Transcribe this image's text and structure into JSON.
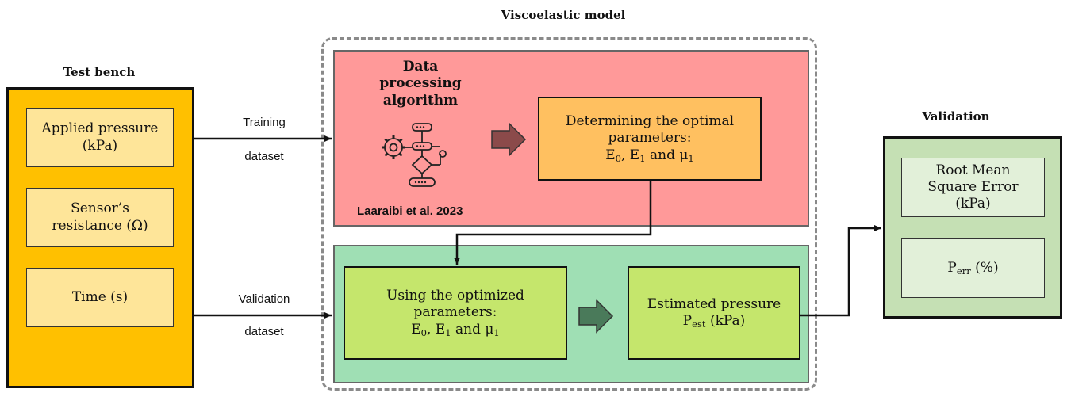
{
  "titles": {
    "test_bench": "Test bench",
    "viscoelastic_model": "Viscoelastic model",
    "validation": "Validation"
  },
  "test_bench": {
    "inputs": [
      {
        "line1": "Applied pressure",
        "line2": "(kPa)"
      },
      {
        "line1": "Sensor’s",
        "line2": "resistance (Ω)"
      },
      {
        "line1": "Time (s)",
        "line2": ""
      }
    ]
  },
  "edges": {
    "training_top": "Training",
    "training_bottom": "dataset",
    "validation_top": "Validation",
    "validation_bottom": "dataset"
  },
  "processing": {
    "title_lines": [
      "Data",
      "processing",
      "algorithm"
    ],
    "citation": "Laaraibi et al. 2023",
    "optimal_line1": "Determining the optimal",
    "optimal_line2": "parameters:",
    "params_and": "and",
    "param_e0": "E",
    "param_e0_sub": "0",
    "param_e1": "E",
    "param_e1_sub": "1",
    "param_mu": "μ",
    "param_mu_sub": "1"
  },
  "model": {
    "using_line1": "Using the optimized",
    "using_line2": "parameters:",
    "estimated_line1": "Estimated pressure",
    "estimated_p": "P",
    "estimated_sub": "est",
    "estimated_unit": "(kPa)"
  },
  "validation": {
    "rmse_line1": "Root Mean",
    "rmse_line2": "Square Error",
    "rmse_line3": "(kPa)",
    "perr_p": "P",
    "perr_sub": "err",
    "perr_unit": "(%)"
  },
  "colors": {
    "orange": "#ffc000",
    "light_orange": "#fee599",
    "red_panel": "#ff9999",
    "optimal_box": "#ffc060",
    "green_panel": "#9fdfb4",
    "lime_box": "#c5e66c",
    "validation_outer": "#c5e0b4",
    "validation_inner": "#e2f0d9",
    "arrow_fill": "#8b4a4a",
    "arrow_fill_green": "#4a7a5a"
  }
}
